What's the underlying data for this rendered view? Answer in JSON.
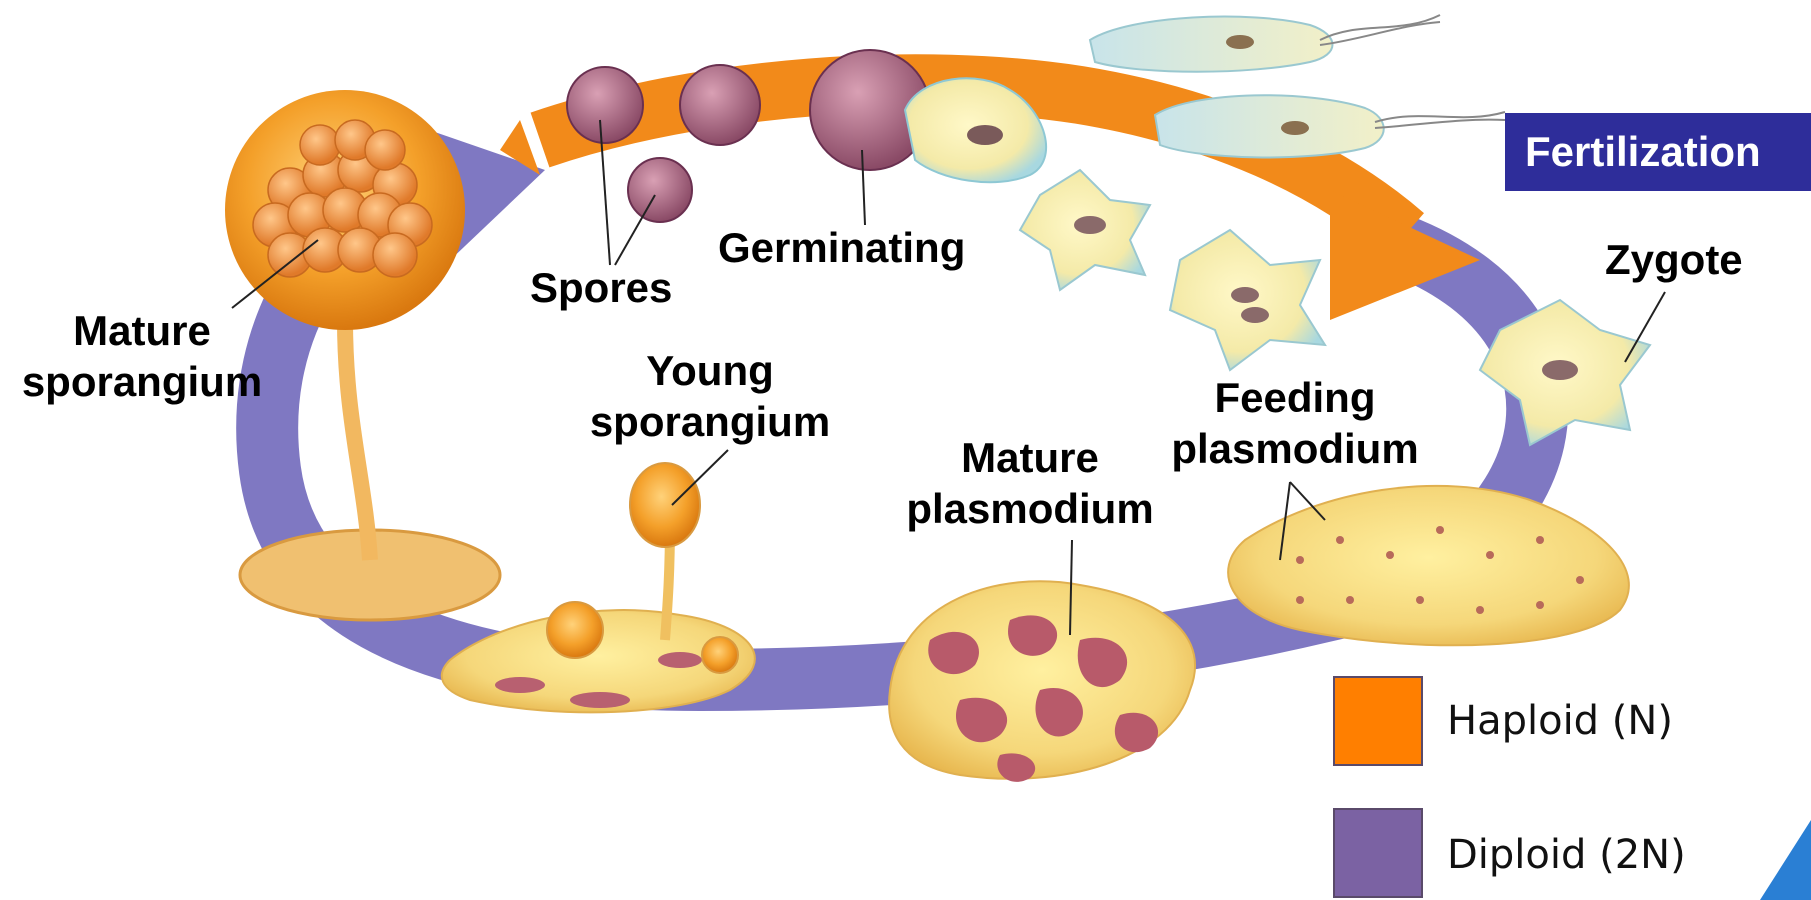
{
  "labels": {
    "mature_sporangium": [
      "Mature",
      "sporangium"
    ],
    "spores": "Spores",
    "germinating": "Germinating",
    "fertilization": "Fertilization",
    "zygote": "Zygote",
    "young_sporangium": [
      "Young",
      "sporangium"
    ],
    "mature_plasmodium": [
      "Mature",
      "plasmodium"
    ],
    "feeding_plasmodium": [
      "Feeding",
      "plasmodium"
    ]
  },
  "legend": [
    {
      "label": "Haploid (N)",
      "color": "#ff7f00"
    },
    {
      "label": "Diploid (2N)",
      "color": "#7b62a3"
    }
  ],
  "colors": {
    "haploid_arrow": "#f28a1a",
    "diploid_arrow": "#7f78c2",
    "fertilization_bg": "#2e2d9a"
  }
}
